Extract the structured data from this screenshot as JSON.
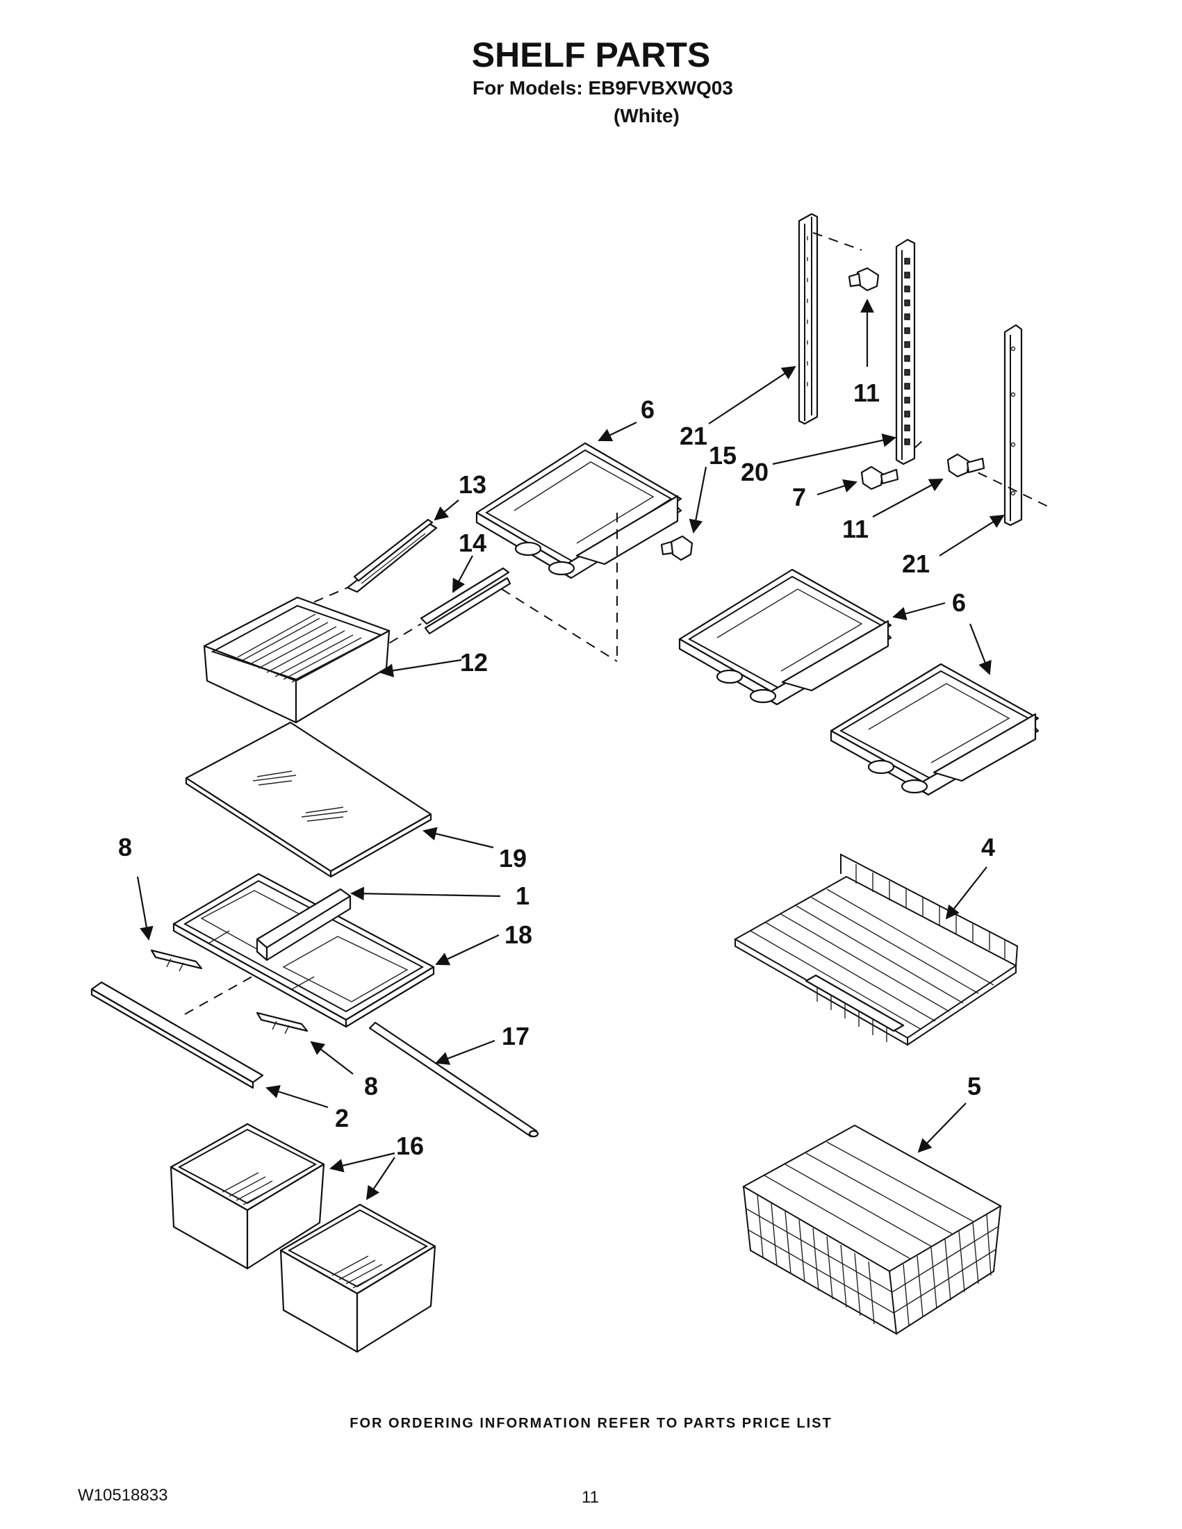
{
  "header": {
    "title": "SHELF PARTS",
    "models_line": "For Models: EB9FVBXWQ03",
    "color_line": "(White)"
  },
  "callouts": {
    "c1": "1",
    "c2": "2",
    "c4": "4",
    "c5": "5",
    "c6a": "6",
    "c6b": "6",
    "c7": "7",
    "c8a": "8",
    "c8b": "8",
    "c11a": "11",
    "c11b": "11",
    "c12": "12",
    "c13": "13",
    "c14": "14",
    "c15": "15",
    "c16": "16",
    "c17": "17",
    "c18": "18",
    "c19": "19",
    "c20": "20",
    "c21a": "21",
    "c21b": "21"
  },
  "footer": {
    "ordering_note": "FOR ORDERING INFORMATION REFER TO PARTS PRICE LIST",
    "document_id": "W10518833",
    "page_number": "11"
  }
}
